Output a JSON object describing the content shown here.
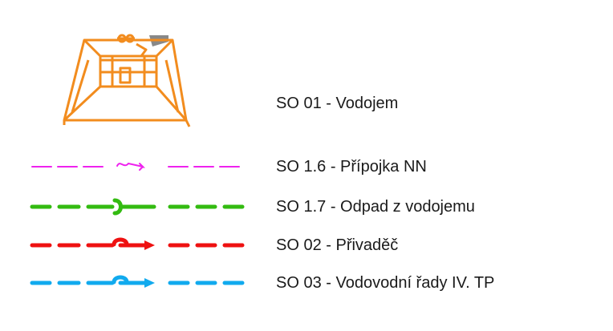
{
  "legend": {
    "items": [
      {
        "id": "so01",
        "symbol": "reservoir-icon",
        "label": "SO 01 - Vodojem",
        "color": "#f28c1e"
      },
      {
        "id": "so16",
        "symbol": "power-connection-line",
        "label": "SO 1.6 - Přípojka NN",
        "color": "#ee22ee"
      },
      {
        "id": "so17",
        "symbol": "waste-pipe-line",
        "label": "SO 1.7 - Odpad z vodojemu",
        "color": "#33bb11"
      },
      {
        "id": "so02",
        "symbol": "supply-pipe-line",
        "label": "SO 02 - Přivaděč",
        "color": "#ee1111"
      },
      {
        "id": "so03",
        "symbol": "water-main-line",
        "label": "SO 03 - Vodovodní řady IV. TP",
        "color": "#11aaee"
      }
    ]
  }
}
